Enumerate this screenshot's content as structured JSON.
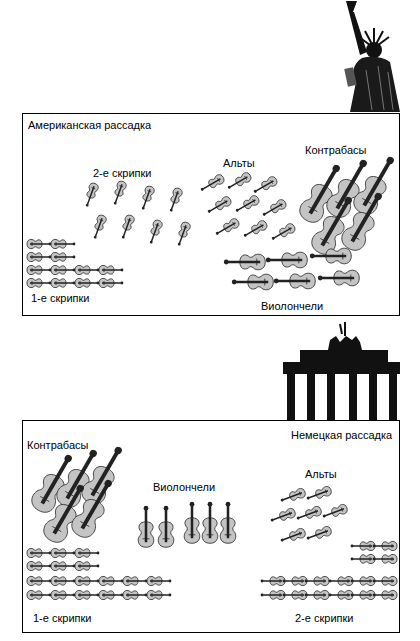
{
  "diagram": {
    "nodes": [
      {
        "text": [
          "Американская рассадка",
          "Контрабасы",
          "2-е скрипки",
          "Альты",
          "1-е скрипки",
          "Виолончели"
        ]
      },
      {
        "text": [
          "Немецкая рассадка",
          "Контрабасы",
          "Виолончели",
          "Альты",
          "1-е скрипки",
          "2-е скрипки"
        ]
      }
    ]
  }
}
